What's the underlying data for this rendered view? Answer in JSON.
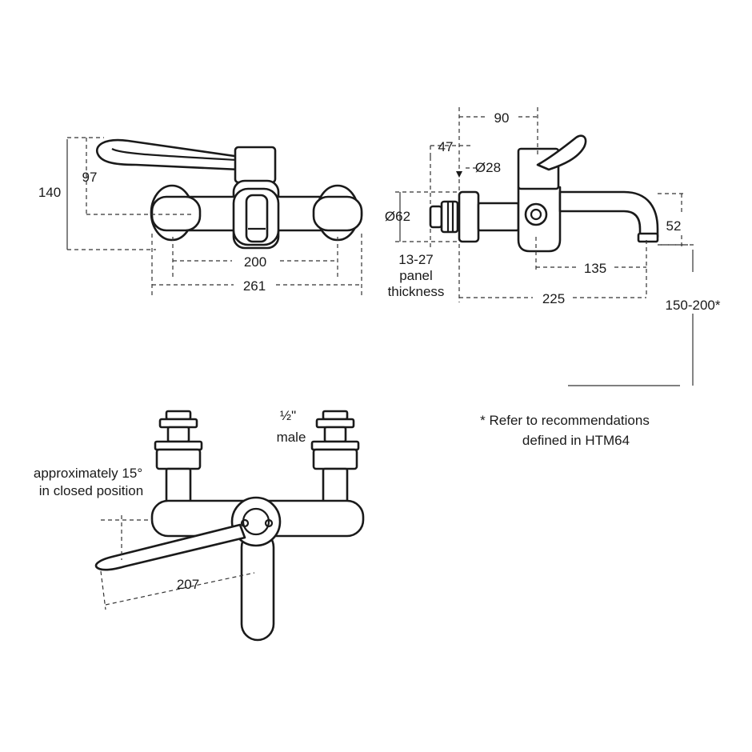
{
  "front_view": {
    "dim_height_total": "140",
    "dim_height_lever": "97",
    "dim_centers": "200",
    "dim_width": "261"
  },
  "side_view": {
    "dim_depth_top": "90",
    "dim_depth_mount": "47",
    "dim_hole_diameter": "Ø28",
    "dim_flange_diameter": "Ø62",
    "panel_line1": "13-27",
    "panel_line2": "panel",
    "panel_line3": "thickness",
    "dim_spout_reach": "135",
    "dim_overall_reach": "225",
    "dim_spout_height": "52",
    "dim_install_height": "150-200*"
  },
  "note": {
    "line1": "* Refer to recommendations",
    "line2": "defined in HTM64"
  },
  "underside_view": {
    "thread_line1": "½\"",
    "thread_line2": "male",
    "angle_line1": "approximately 15°",
    "angle_line2": "in closed position",
    "dim_lever_length": "207"
  }
}
